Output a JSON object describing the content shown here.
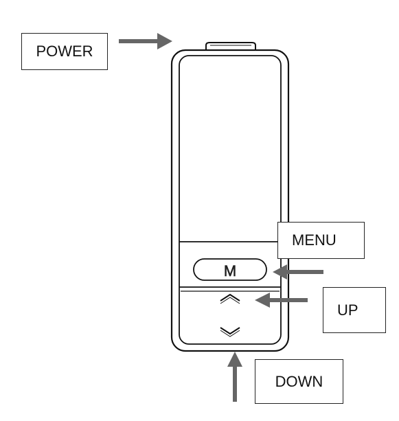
{
  "labels": {
    "power": "POWER",
    "menu": "MENU",
    "up": "UP",
    "down": "DOWN"
  },
  "device": {
    "menu_button_text": "M"
  },
  "colors": {
    "arrow": "#666666",
    "outline": "#111111"
  }
}
